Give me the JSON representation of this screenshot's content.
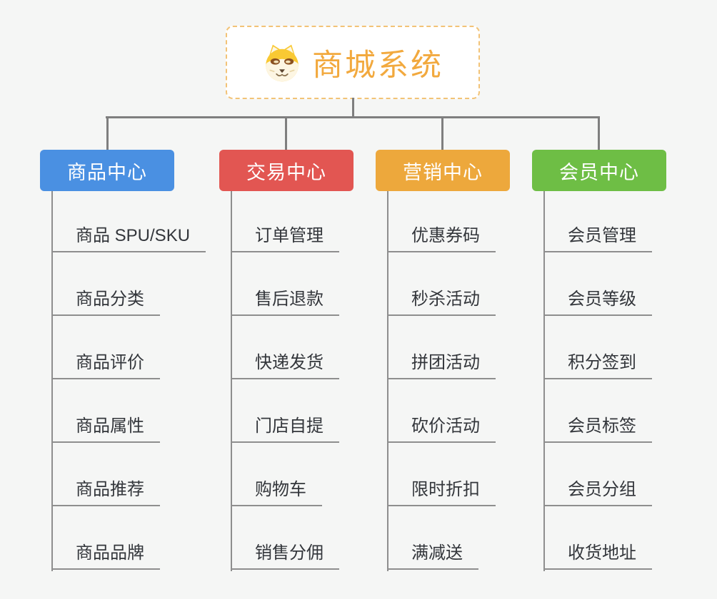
{
  "canvas": {
    "background": "#F5F6F5",
    "connector_color": "#7F7F7F",
    "underline_color": "#8E8E8E"
  },
  "root": {
    "label": "商城系统",
    "icon": "dog-face-icon",
    "text_color": "#F2A93E",
    "border_color": "#F2C377",
    "background": "#FFFFFF"
  },
  "branches": [
    {
      "label": "商品中心",
      "color": "#4A90E2",
      "text_color": "#FFFFFF",
      "children": [
        "商品 SPU/SKU",
        "商品分类",
        "商品评价",
        "商品属性",
        "商品推荐",
        "商品品牌"
      ]
    },
    {
      "label": "交易中心",
      "color": "#E25652",
      "text_color": "#FFFFFF",
      "children": [
        "订单管理",
        "售后退款",
        "快递发货",
        "门店自提",
        "购物车",
        "销售分佣"
      ]
    },
    {
      "label": "营销中心",
      "color": "#EDA83C",
      "text_color": "#FFFFFF",
      "children": [
        "优惠券码",
        "秒杀活动",
        "拼团活动",
        "砍价活动",
        "限时折扣",
        "满减送"
      ]
    },
    {
      "label": "会员中心",
      "color": "#6EBE45",
      "text_color": "#FFFFFF",
      "children": [
        "会员管理",
        "会员等级",
        "积分签到",
        "会员标签",
        "会员分组",
        "收货地址"
      ]
    }
  ]
}
